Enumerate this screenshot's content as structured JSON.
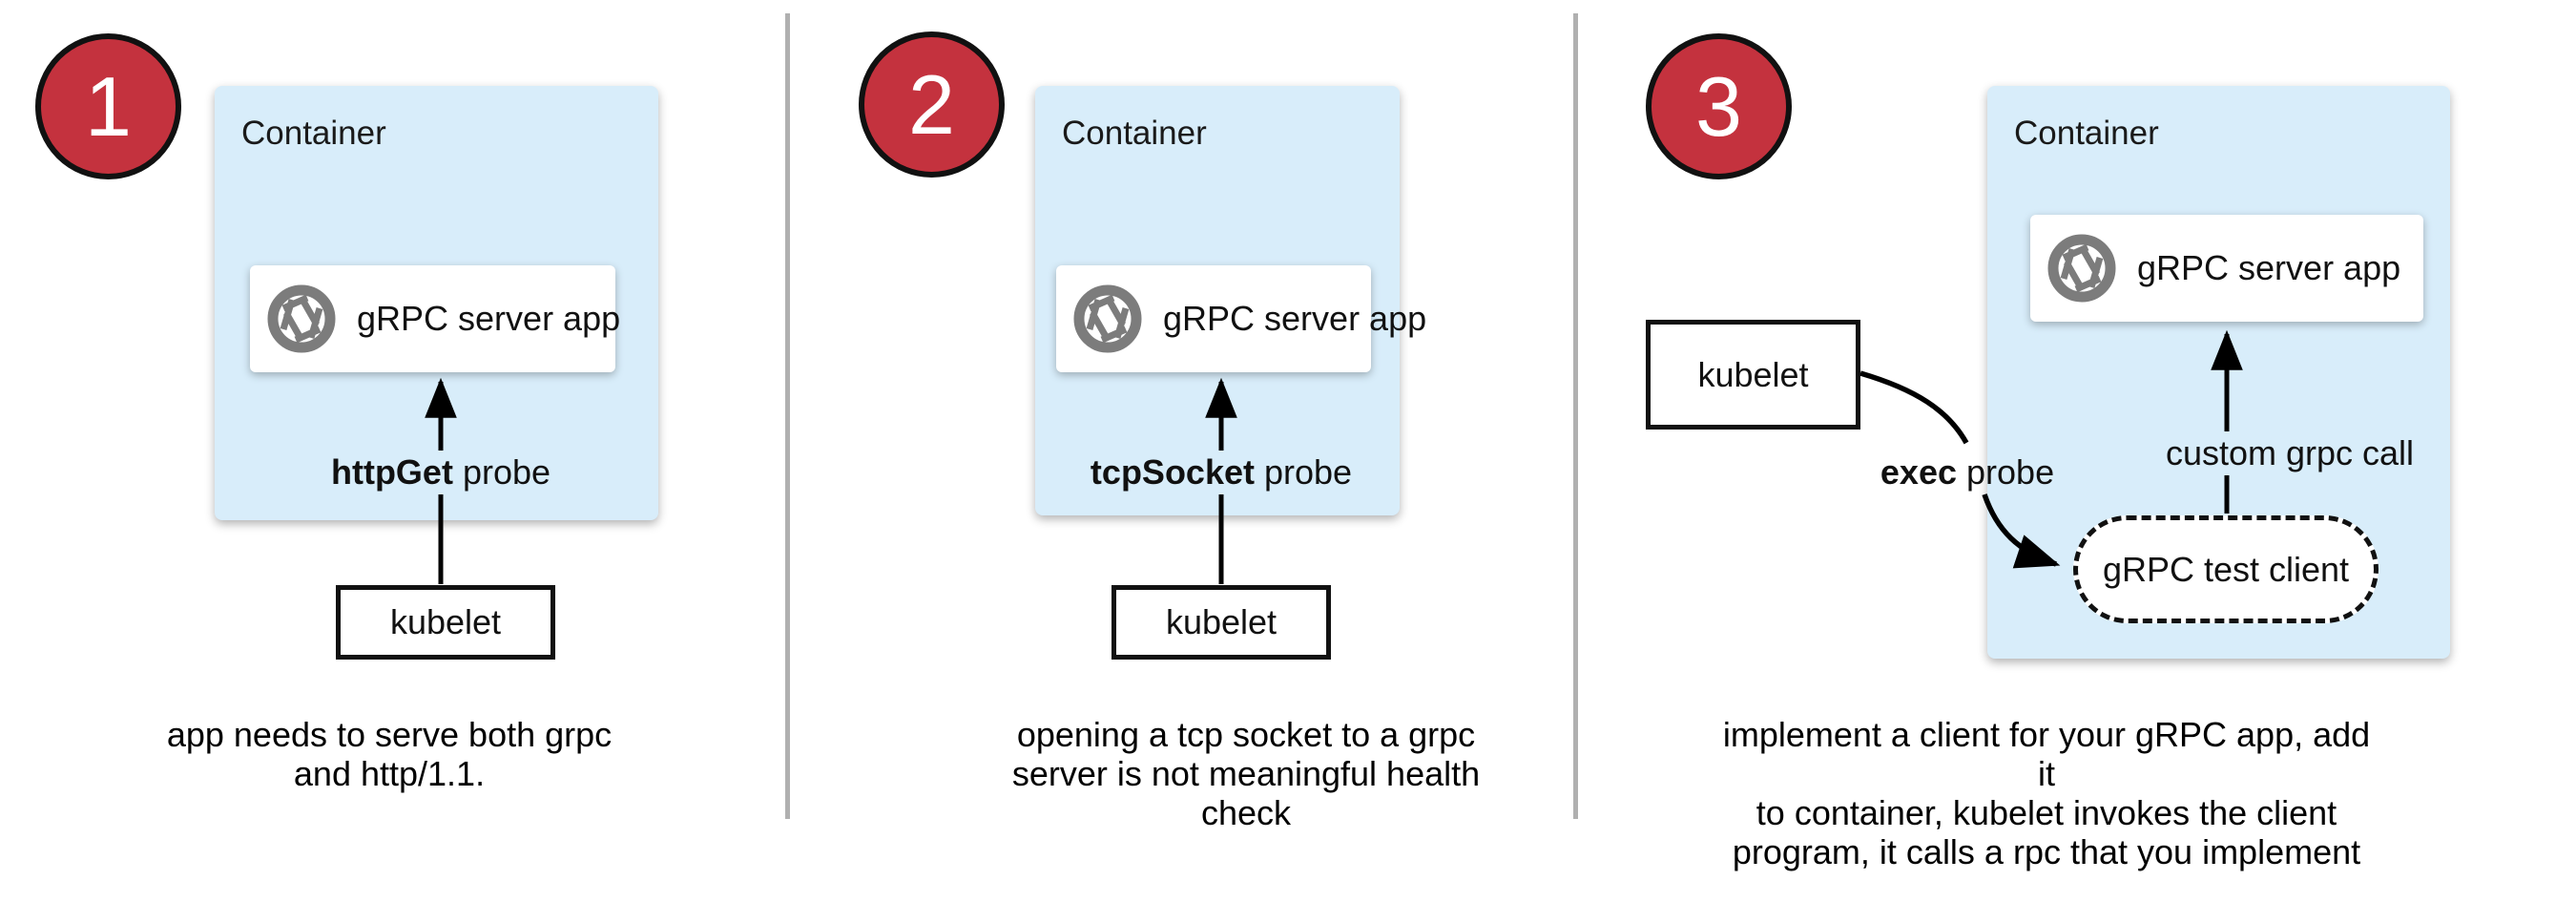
{
  "diagram_title": "gRPC health-check probe options",
  "colors": {
    "container_fill": "#d8edfa",
    "badge_red": "#c4323e",
    "icon_gray": "#7c7c7c",
    "divider_gray": "#b0b0b0",
    "arrow_black": "#000000"
  },
  "panels": [
    {
      "badge": "1",
      "container_label": "Container",
      "app_card": {
        "icon": "aperture-icon",
        "label": "gRPC server app"
      },
      "probe_bold": "httpGet",
      "probe_rest": " probe",
      "kubelet_label": "kubelet",
      "caption_line1": "app needs to serve both grpc",
      "caption_line2": "and http/1.1.",
      "caption_line3": ""
    },
    {
      "badge": "2",
      "container_label": "Container",
      "app_card": {
        "icon": "aperture-icon",
        "label": "gRPC server app"
      },
      "probe_bold": "tcpSocket",
      "probe_rest": " probe",
      "kubelet_label": "kubelet",
      "caption_line1": "opening a tcp socket to a grpc",
      "caption_line2": "server is not meaningful health",
      "caption_line3": "check"
    },
    {
      "badge": "3",
      "container_label": "Container",
      "app_card": {
        "icon": "aperture-icon",
        "label": "gRPC server app"
      },
      "probe_bold": "exec",
      "probe_rest": " probe",
      "kubelet_label": "kubelet",
      "custom_call_label": "custom grpc call",
      "test_client_label": "gRPC test client",
      "caption_line1": "implement a client for your gRPC app, add it",
      "caption_line2": "to container, kubelet invokes the client",
      "caption_line3": "program, it calls a rpc that you implement"
    }
  ]
}
